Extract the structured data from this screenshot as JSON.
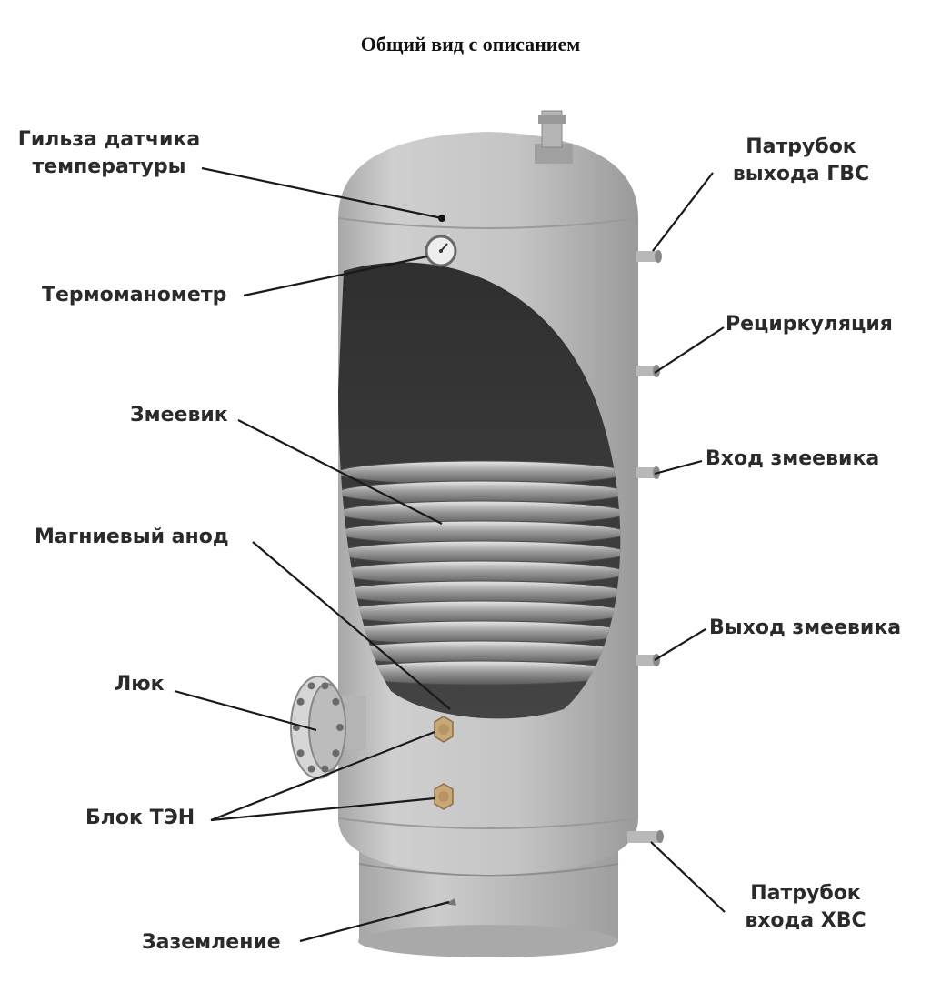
{
  "title": "Общий вид с описанием",
  "labels": {
    "sensor_sleeve_1": "Гильза датчика",
    "sensor_sleeve_2": "температуры",
    "thermomanometer": "Термоманометр",
    "coil": "Змеевик",
    "magnesium_anode": "Магниевый анод",
    "hatch": "Люк",
    "heater_block": "Блок ТЭН",
    "grounding": "Заземление",
    "hot_outlet_1": "Патрубок",
    "hot_outlet_2": "выхода ГВС",
    "recirculation": "Рециркуляция",
    "coil_inlet": "Вход змеевика",
    "coil_outlet": "Выход змеевика",
    "cold_inlet_1": "Патрубок",
    "cold_inlet_2": "входа ХВС"
  },
  "colors": {
    "tank_body": "#c9c9c9",
    "tank_shadow": "#9c9c9c",
    "interior": "#3a3a3a",
    "coil": "#b0b0b0",
    "brass": "#c9a878",
    "leader_line": "#1a1a1a",
    "label_text": "#2a2a2a"
  }
}
